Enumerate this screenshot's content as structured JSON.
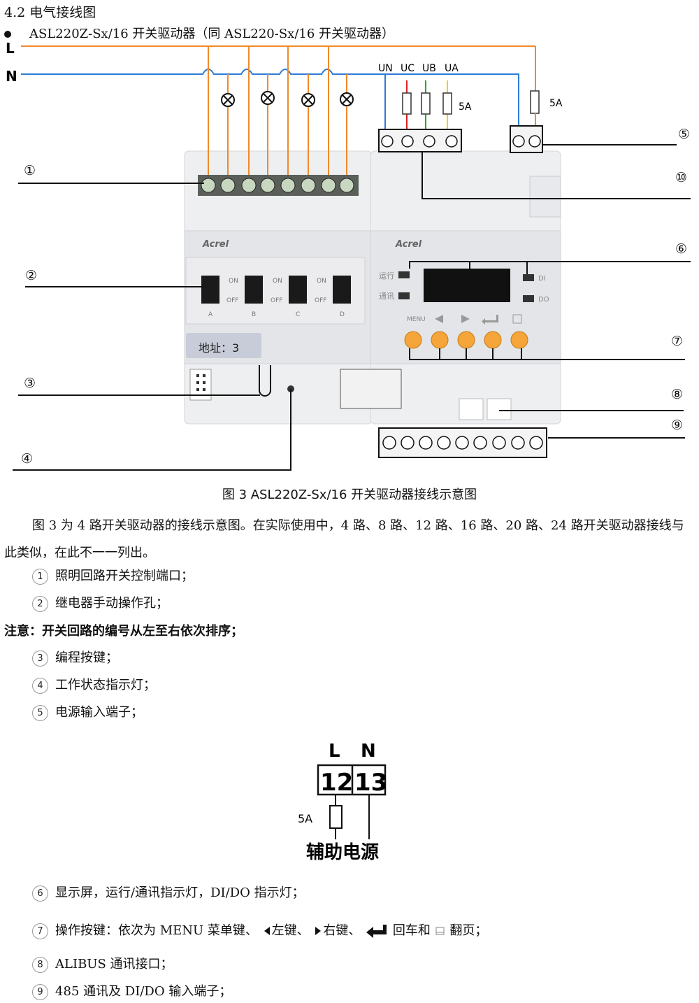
{
  "heading": "4.2 电气接线图",
  "bullet": "ASL220Z-Sx/16 开关驱动器（同 ASL220-Sx/16 开关驱动器）",
  "diagram": {
    "line_L": "L",
    "line_N": "N",
    "phase_labels": [
      "UN",
      "UC",
      "UB",
      "UA"
    ],
    "fuse_label_a": "5A",
    "fuse_label_b": "5A",
    "brand": "Acrel",
    "brand_right": "Acrel",
    "switch_labels": [
      "A",
      "B",
      "C",
      "D"
    ],
    "on_label": "ON",
    "off_label": "OFF",
    "address": "地址：3",
    "run_label": "运行",
    "comm_label": "通讯",
    "di_label": "DI",
    "do_label": "DO",
    "menu_label": "MENU",
    "callouts": [
      "①",
      "②",
      "③",
      "④",
      "⑤",
      "⑥",
      "⑦",
      "⑧",
      "⑨",
      "⑩"
    ],
    "colors": {
      "L": "#f08a2a",
      "N": "#2e7bd6",
      "red": "#e02020",
      "green": "#22aa22",
      "yellow": "#f0d000",
      "button": "#f5a53a"
    }
  },
  "caption": "图 3   ASL220Z-Sx/16 开关驱动器接线示意图",
  "paragraph": "图 3 为 4 路开关驱动器的接线示意图。在实际使用中，4 路、8 路、12 路、16 路、20 路、24 路开关驱动器接线与此类似，在此不一一列出。",
  "items": [
    {
      "num": "1",
      "text": "照明回路开关控制端口；"
    },
    {
      "num": "2",
      "text": "继电器手动操作孔；"
    },
    {
      "num": "3",
      "text": "编程按键；"
    },
    {
      "num": "4",
      "text": "工作状态指示灯；"
    },
    {
      "num": "5",
      "text": "电源输入端子；"
    },
    {
      "num": "6",
      "text": "显示屏，运行/通讯指示灯，DI/DO 指示灯；"
    },
    {
      "num": "8",
      "text": "ALIBUS 通讯接口；"
    },
    {
      "num": "9",
      "text": "485 通讯及 DI/DO 输入端子；"
    }
  ],
  "note": "注意：开关回路的编号从左至右依次排序；",
  "item7": {
    "num": "7",
    "prefix": "操作按键：依次为 MENU 菜单键、",
    "left": "左键、",
    "right": "右键、",
    "enter": "回车和",
    "page": "翻页；"
  },
  "power_diagram": {
    "L": "L",
    "N": "N",
    "t12": "12",
    "t13": "13",
    "fuse": "5A",
    "label": "辅助电源"
  }
}
